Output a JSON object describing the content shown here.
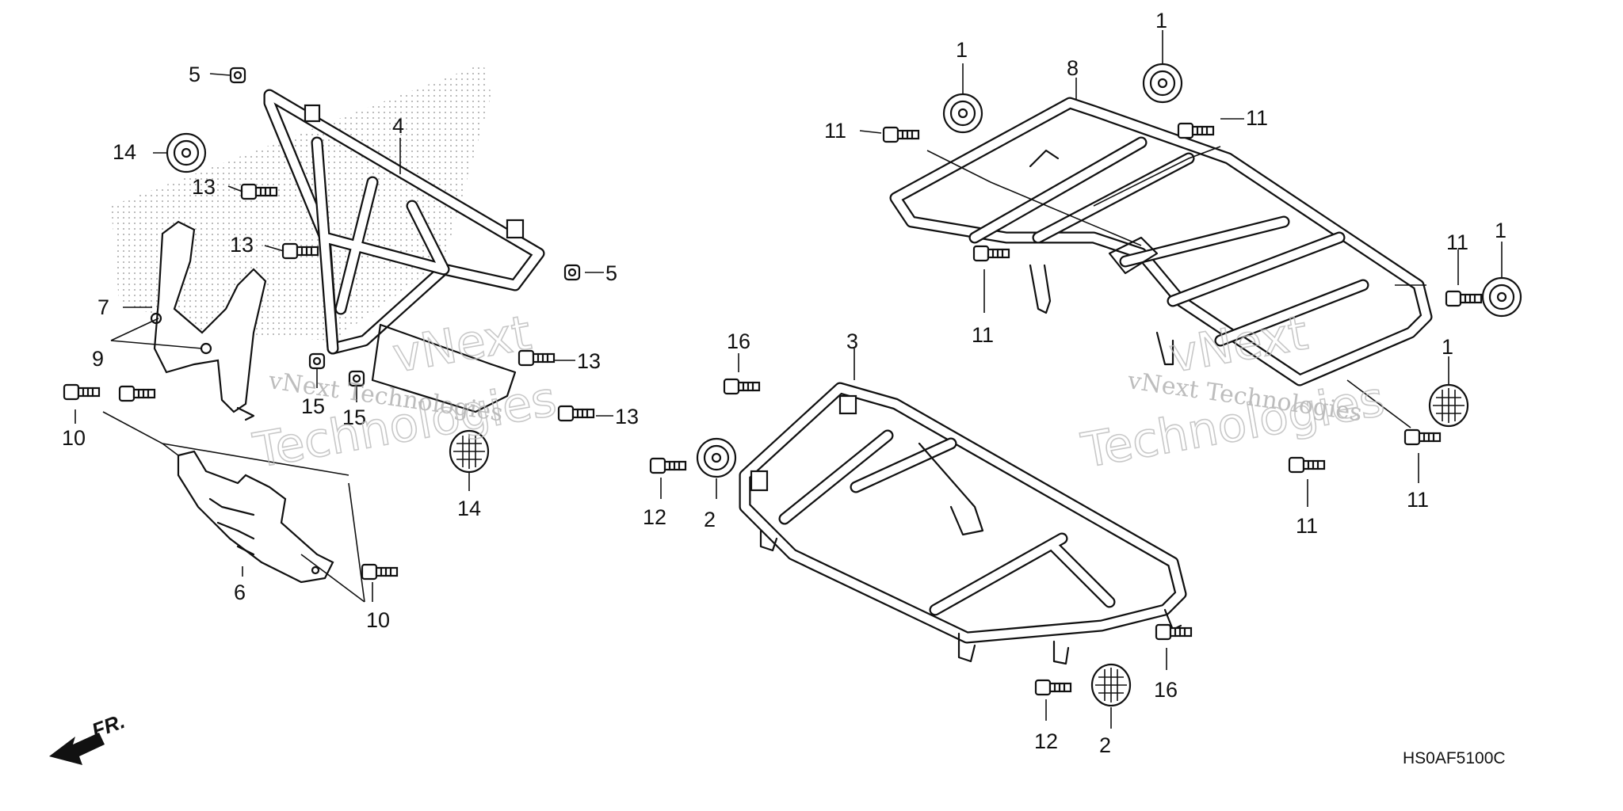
{
  "diagram": {
    "callouts": [
      "1",
      "2",
      "3",
      "4",
      "5",
      "6",
      "7",
      "8",
      "9",
      "10",
      "11",
      "12",
      "13",
      "14",
      "15",
      "16"
    ],
    "drawing_code": "HS0AF5100C",
    "front_marker": "FR.",
    "watermark": {
      "line1": "vNext Technologies",
      "line2": "Technologies",
      "line3": "vNext"
    }
  }
}
